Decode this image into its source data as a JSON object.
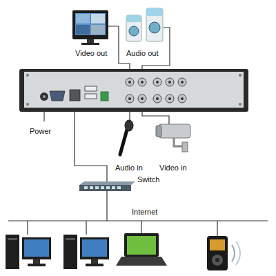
{
  "diagram": {
    "labels": [
      "Video out",
      "Audio out",
      "Power",
      "Audio in",
      "Video in",
      "Switch",
      "Internet"
    ]
  }
}
